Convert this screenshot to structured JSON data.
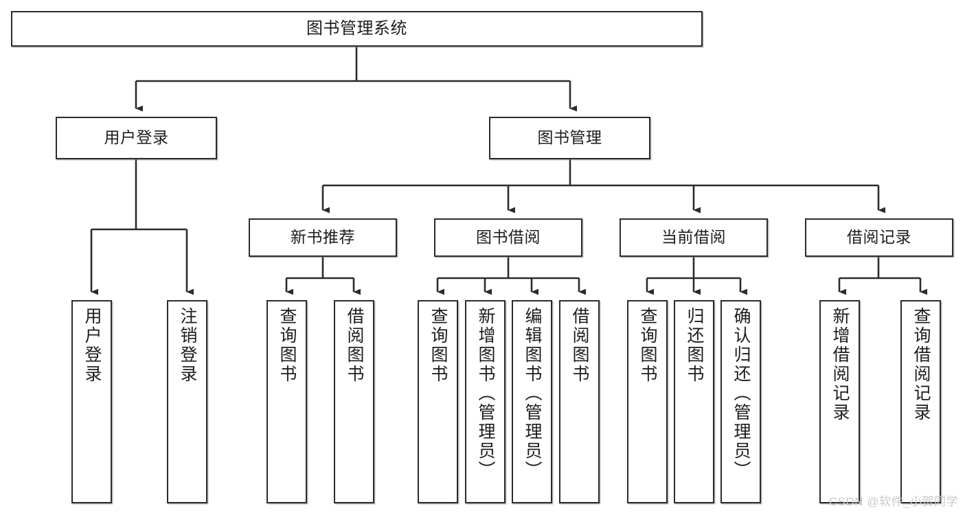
{
  "diagram": {
    "title": "图书管理系统",
    "type": "tree",
    "orientation": "top-down",
    "colors": {
      "box_border": "#2b2b2b",
      "box_fill": "#ffffff",
      "connector": "#2b2b2b",
      "text": "#1d1d1d",
      "watermark": "#c9c9c9",
      "background": "#ffffff"
    },
    "watermark": "CSDN @软件_小贺同学"
  },
  "nodes": {
    "root": {
      "label": "图书管理系统"
    },
    "level1": [
      {
        "id": "user-login",
        "label": "用户登录"
      },
      {
        "id": "book-manage",
        "label": "图书管理"
      }
    ],
    "level2": [
      {
        "id": "new-book-recommend",
        "label": "新书推荐"
      },
      {
        "id": "book-borrow",
        "label": "图书借阅"
      },
      {
        "id": "current-borrow",
        "label": "当前借阅"
      },
      {
        "id": "borrow-record",
        "label": "借阅记录"
      }
    ],
    "leaves": {
      "user-login": [
        {
          "id": "leaf-user-login",
          "label": "用户登录"
        },
        {
          "id": "leaf-user-logout",
          "label": "注销登录"
        }
      ],
      "new-book-recommend": [
        {
          "id": "leaf-query-book-1",
          "label": "查询图书"
        },
        {
          "id": "leaf-borrow-book-1",
          "label": "借阅图书"
        }
      ],
      "book-borrow": [
        {
          "id": "leaf-query-book-2",
          "label": "查询图书"
        },
        {
          "id": "leaf-add-book",
          "label": "新增图书（管理员）"
        },
        {
          "id": "leaf-edit-book",
          "label": "编辑图书（管理员）"
        },
        {
          "id": "leaf-borrow-book-2",
          "label": "借阅图书"
        }
      ],
      "current-borrow": [
        {
          "id": "leaf-query-book-3",
          "label": "查询图书"
        },
        {
          "id": "leaf-return-book",
          "label": "归还图书"
        },
        {
          "id": "leaf-confirm-return",
          "label": "确认归还（管理员）"
        }
      ],
      "borrow-record": [
        {
          "id": "leaf-add-record",
          "label": "新增借阅记录"
        },
        {
          "id": "leaf-query-record",
          "label": "查询借阅记录"
        }
      ]
    }
  }
}
